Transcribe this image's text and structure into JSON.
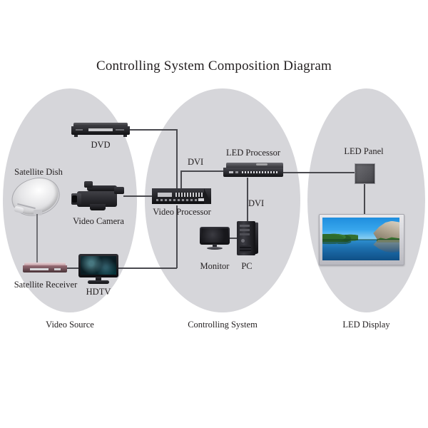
{
  "title": "Controlling System Composition Diagram",
  "zones": [
    {
      "id": "video-source",
      "label": "Video Source"
    },
    {
      "id": "controlling-system",
      "label": "Controlling System"
    },
    {
      "id": "led-display",
      "label": "LED Display"
    }
  ],
  "nodes": {
    "dvd": "DVD",
    "satellite_dish": "Satellite Dish",
    "video_camera": "Video Camera",
    "satellite_receiver": "Satellite Receiver",
    "hdtv": "HDTV",
    "video_processor": "Video Processor",
    "led_processor": "LED Processor",
    "monitor": "Monitor",
    "pc": "PC",
    "led_panel": "LED Panel"
  },
  "connection_labels": {
    "dvi_video_to_led": "DVI",
    "dvi_led_to_pc": "DVI"
  },
  "colors": {
    "ellipse_fill": "#d6d6da",
    "line": "#4a4a4f",
    "text": "#231f20",
    "background": "#ffffff"
  }
}
